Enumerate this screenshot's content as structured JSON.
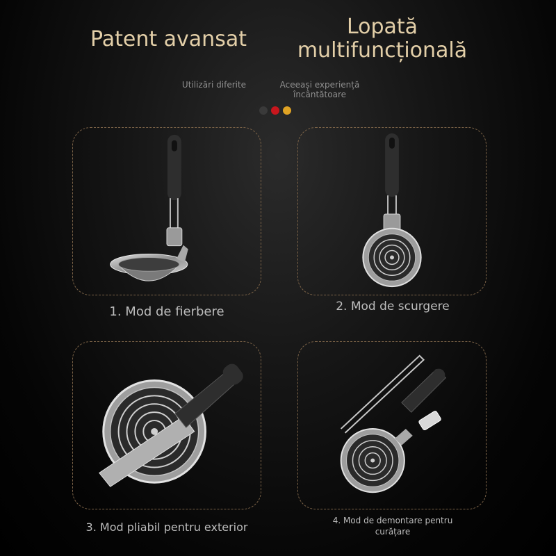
{
  "header": {
    "title_left": "Patent avansat",
    "title_right": "Lopată multifuncțională",
    "subtitle_left": "Utilizări diferite",
    "subtitle_right": "Aceeași experiență încântătoare"
  },
  "color_dots": [
    "#3a3a3a",
    "#c8161d",
    "#e0a324"
  ],
  "colors": {
    "title": "#e3cfa8",
    "panel_border": "#7d6448",
    "caption": "#bdbdbd"
  },
  "panels": [
    {
      "caption": "1. Mod de fierbere"
    },
    {
      "caption": "2. Mod de scurgere"
    },
    {
      "caption": "3. Mod pliabil pentru exterior"
    },
    {
      "caption": "4. Mod de demontare pentru curățare"
    }
  ]
}
